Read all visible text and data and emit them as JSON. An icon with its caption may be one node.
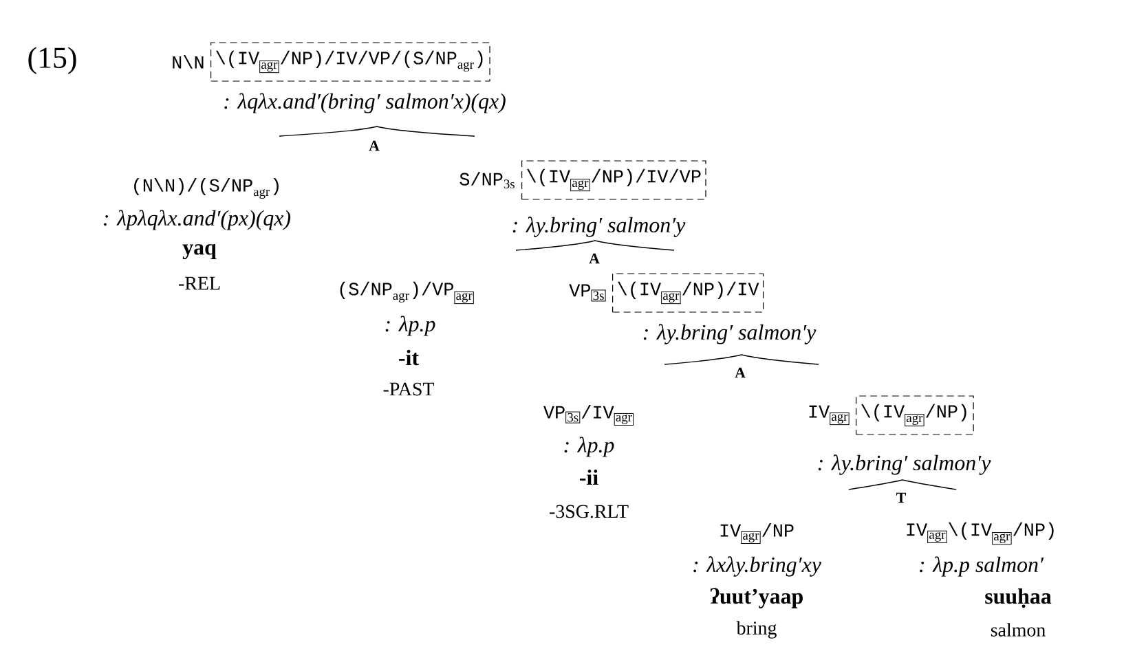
{
  "diagram": {
    "nodes": [
      {
        "text": [
          "\\texttt{N\\textbackslash N}",
          "\\texttt{\\textbackslash(IV}_{\\fbox{$\\scriptstyle\\text{agr}$}}\\texttt{/NP)/IV/VP/(S/NP}_{\\text{agr}}\\texttt{)}",
          ": λqλx.and′(bring′ salmon′x)(qx)"
        ]
      },
      {
        "text": [
          "\\texttt{(N\\textbackslash N)/(S/NP}_{\\text{agr}}\\texttt{)}",
          ": λpλqλx.and′(px)(qx)",
          "yaq",
          "-REL"
        ]
      },
      {
        "text": [
          "\\texttt{S/NP}_{\\text{3s}}",
          "\\texttt{\\textbackslash(IV}_{\\fbox{$\\scriptstyle\\text{agr}$}}\\texttt{/NP)/IV/VP}",
          ": λy.bring′ salmon′y"
        ]
      },
      {
        "text": [
          "\\texttt{(S/NP}_{\\text{agr}}\\texttt{)/VP}_{\\fbox{$\\scriptstyle\\text{agr}$}}",
          ": λp.p",
          "-it",
          "-PAST"
        ]
      },
      {
        "text": [
          "\\texttt{VP}_{\\fbox{$\\scriptstyle\\text{3s}$}}",
          "\\texttt{\\textbackslash(IV}_{\\fbox{$\\scriptstyle\\text{agr}$}}\\texttt{/NP)/IV}",
          ": λy.bring′ salmon′y"
        ]
      },
      {
        "text": [
          "\\texttt{VP}_{\\fbox{$\\scriptstyle\\text{3s}$}}\\texttt{/IV}_{\\fbox{$\\scriptstyle\\text{agr}$}}",
          ": λp.p",
          "-ii",
          "-3SG.RLT"
        ]
      },
      {
        "text": [
          "\\texttt{IV}_{\\fbox{$\\scriptstyle\\text{agr}$}}",
          "\\texttt{\\textbackslash(IV}_{\\fbox{$\\scriptstyle\\text{agr}$}}\\texttt{/NP)}",
          ": λy.bring′ salmon′y"
        ]
      },
      {
        "text": [
          "\\texttt{IV}_{\\fbox{$\\scriptstyle\\text{agr}$}}\\texttt{/NP}",
          ": λxλy.bring′xy",
          "ʔuut’yaap",
          "bring"
        ]
      },
      {
        "text": [
          "\\texttt{IV}_{\\fbox{$\\scriptstyle\\text{agr}$}}\\texttt{\\textbackslash(IV}_{\\fbox{$\\scriptstyle\\text{agr}$}}\\texttt{/NP)}",
          ": λp.p salmon′",
          "suuḥaa",
          "salmon"
        ]
      }
    ],
    "labels": [
      "(15)",
      "A",
      "A",
      "A",
      "T"
    ]
  }
}
